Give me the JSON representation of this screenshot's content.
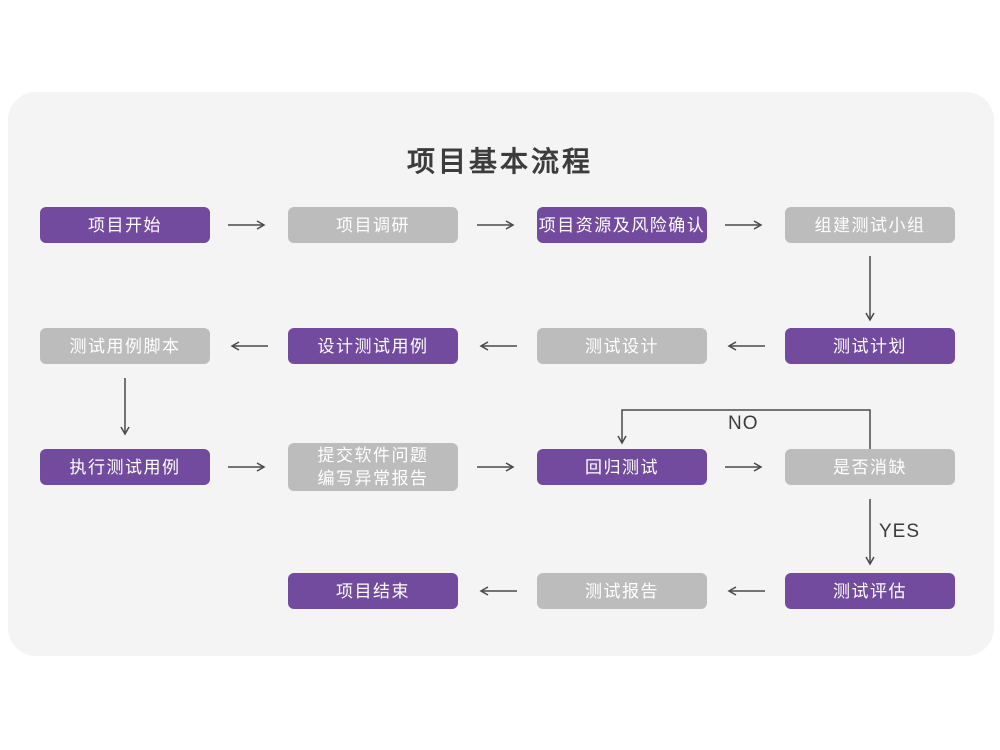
{
  "title": "项目基本流程",
  "colors": {
    "primary": "#734b9e",
    "muted": "#bcbcbc",
    "card_bg": "#f4f4f4",
    "node_text": "#ffffff",
    "arrow": "#4a4a4a",
    "title_text": "#3c3c3c",
    "label_text": "#3c3c3c"
  },
  "branch_labels": {
    "no": "NO",
    "yes": "YES"
  },
  "nodes": {
    "project_start": {
      "label": "项目开始",
      "type": "primary"
    },
    "project_research": {
      "label": "项目调研",
      "type": "muted"
    },
    "resource_risk_confirm": {
      "label": "项目资源及风险确认",
      "type": "primary"
    },
    "form_test_team": {
      "label": "组建测试小组",
      "type": "muted"
    },
    "test_plan": {
      "label": "测试计划",
      "type": "primary"
    },
    "test_design": {
      "label": "测试设计",
      "type": "muted"
    },
    "design_test_cases": {
      "label": "设计测试用例",
      "type": "primary"
    },
    "test_case_script": {
      "label": "测试用例脚本",
      "type": "muted"
    },
    "execute_test_cases": {
      "label": "执行测试用例",
      "type": "primary"
    },
    "submit_issue_report": {
      "label": "提交软件问题\n编写异常报告",
      "type": "muted"
    },
    "regression_test": {
      "label": "回归测试",
      "type": "primary"
    },
    "defect_resolved": {
      "label": "是否消缺",
      "type": "muted"
    },
    "test_evaluation": {
      "label": "测试评估",
      "type": "primary"
    },
    "test_report": {
      "label": "测试报告",
      "type": "muted"
    },
    "project_end": {
      "label": "项目结束",
      "type": "primary"
    }
  }
}
